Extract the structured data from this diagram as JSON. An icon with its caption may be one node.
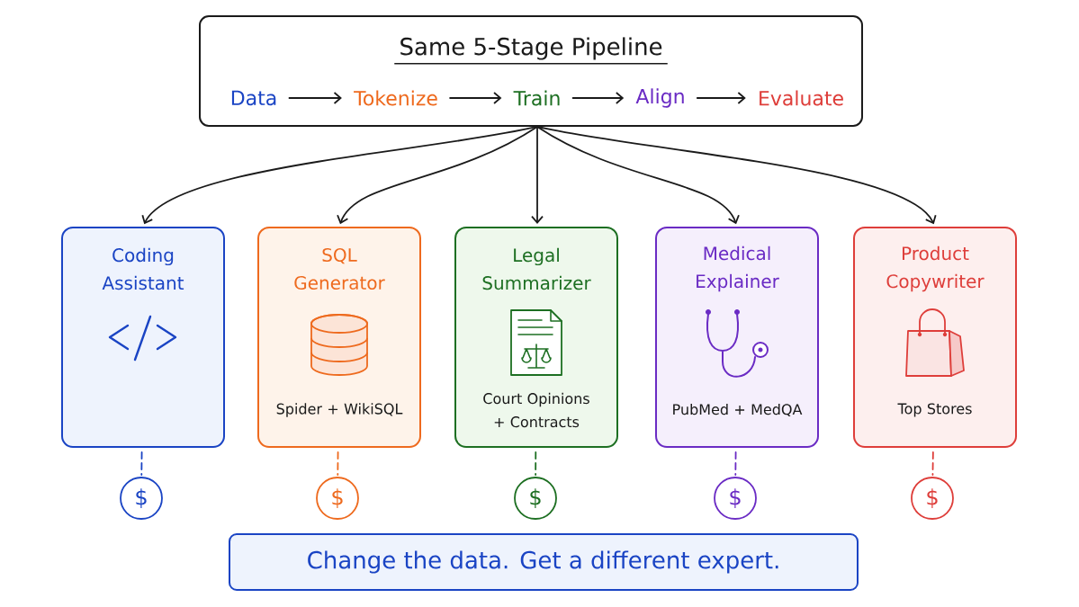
{
  "diagram": {
    "nodes": [
      {
        "text": [
          "Same 5-Stage Pipeline"
        ]
      },
      {
        "text": [
          "Data"
        ],
        "in": 0
      },
      {
        "text": [
          "Tokenize"
        ],
        "in": 0
      },
      {
        "text": [
          "Train"
        ],
        "in": 0
      },
      {
        "text": [
          "Align"
        ],
        "in": 0
      },
      {
        "text": [
          "Evaluate"
        ],
        "in": 0
      },
      {
        "text": [
          "Coding Assistant"
        ]
      },
      {
        "text": [
          "SQL Generator",
          "Spider + WikiSQL"
        ]
      },
      {
        "text": [
          "Legal Summarizer",
          "Court Opinions + Contracts"
        ]
      },
      {
        "text": [
          "Medical Explainer",
          "PubMed + MedQA"
        ]
      },
      {
        "text": [
          "Product Copywriter",
          "Top Stores"
        ]
      },
      {
        "text": [
          "$"
        ]
      },
      {
        "text": [
          "$"
        ]
      },
      {
        "text": [
          "$"
        ]
      },
      {
        "text": [
          "$"
        ]
      },
      {
        "text": [
          "$"
        ]
      },
      {
        "text": [
          "Change the data. Get a different expert."
        ]
      }
    ],
    "edges": [
      {
        "from": 1,
        "to": 2,
        "arrow": "to"
      },
      {
        "from": 2,
        "to": 3,
        "arrow": "to"
      },
      {
        "from": 3,
        "to": 4,
        "arrow": "to"
      },
      {
        "from": 4,
        "to": 5,
        "arrow": "to"
      },
      {
        "from": 0,
        "to": 6,
        "arrow": "to"
      },
      {
        "from": 0,
        "to": 7,
        "arrow": "to"
      },
      {
        "from": 0,
        "to": 8,
        "arrow": "to"
      },
      {
        "from": 0,
        "to": 9,
        "arrow": "to"
      },
      {
        "from": 0,
        "to": 10,
        "arrow": "to"
      },
      {
        "from": 6,
        "to": 11,
        "arrow": "none",
        "style": "dashed",
        "color": "#1a44c4"
      },
      {
        "from": 7,
        "to": 12,
        "arrow": "none",
        "style": "dashed",
        "color": "#ee6a1e"
      },
      {
        "from": 8,
        "to": 13,
        "arrow": "none",
        "style": "dashed",
        "color": "#1d6f22"
      },
      {
        "from": 9,
        "to": 14,
        "arrow": "none",
        "style": "dashed",
        "color": "#6a2bc4"
      },
      {
        "from": 10,
        "to": 15,
        "arrow": "none",
        "style": "dashed",
        "color": "#de3e3a"
      }
    ]
  }
}
